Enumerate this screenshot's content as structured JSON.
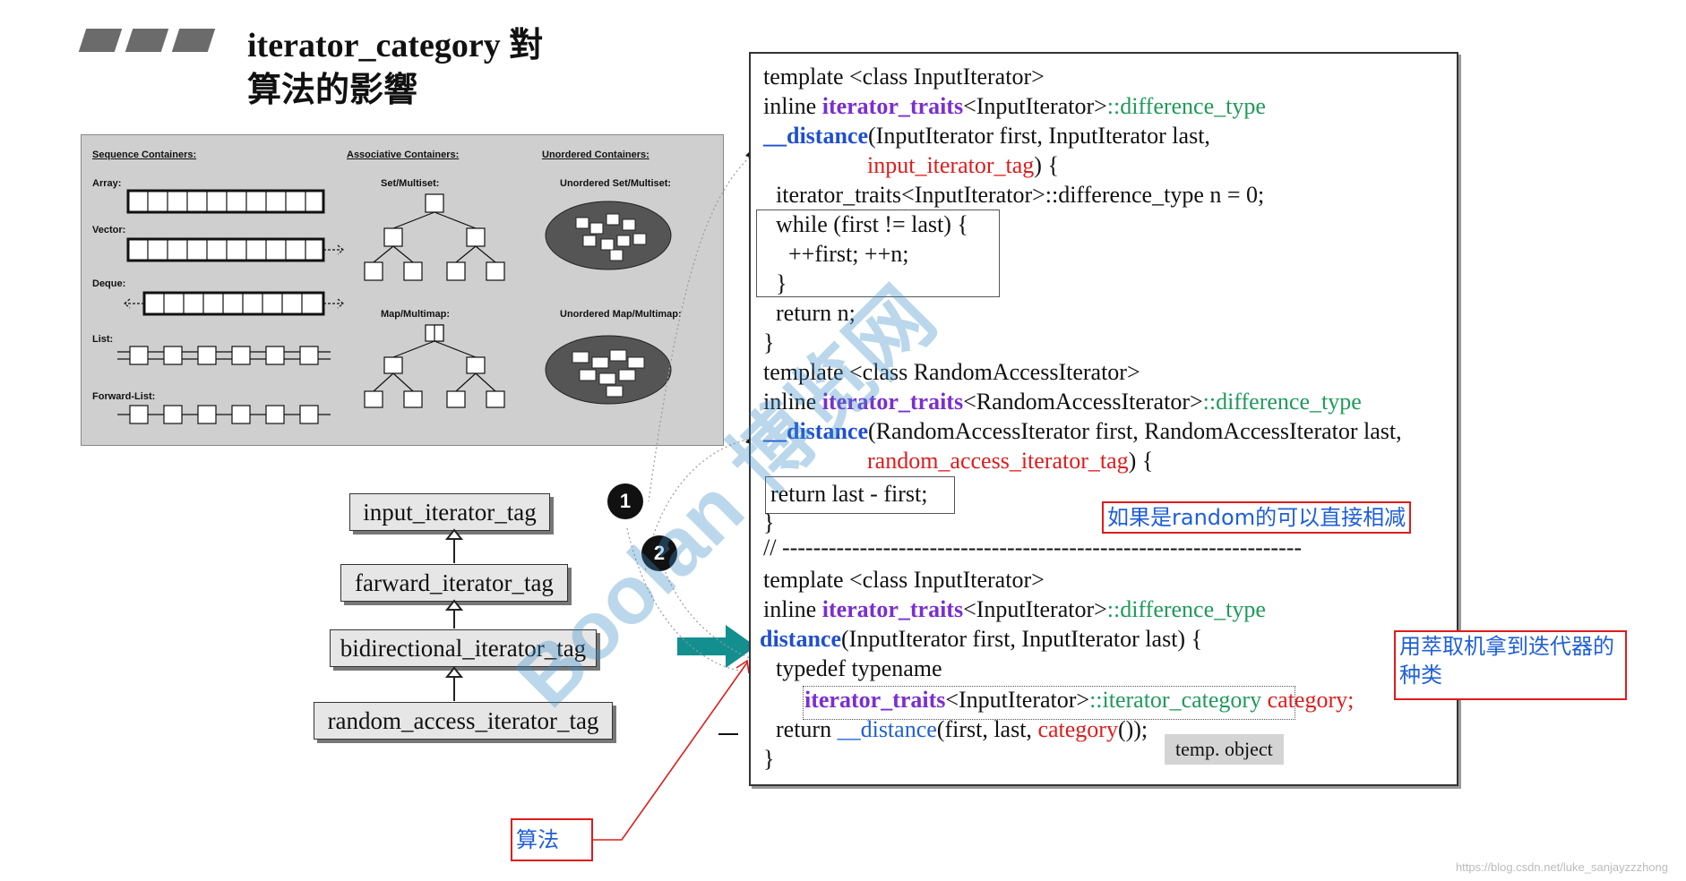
{
  "title": {
    "line1": "iterator_category 對",
    "line2": "算法的影響"
  },
  "containers": {
    "sequence_header": "Sequence Containers:",
    "associative_header": "Associative Containers:",
    "unordered_header": "Unordered Containers:",
    "array": "Array:",
    "vector": "Vector:",
    "deque": "Deque:",
    "list": "List:",
    "forward_list": "Forward-List:",
    "set_multiset": "Set/Multiset:",
    "map_multimap": "Map/Multimap:",
    "unordered_set": "Unordered Set/Multiset:",
    "unordered_map": "Unordered Map/Multimap:"
  },
  "tags": {
    "input": "input_iterator_tag",
    "farward": "farward_iterator_tag",
    "bidirectional": "bidirectional_iterator_tag",
    "random": "random_access_iterator_tag"
  },
  "markers": {
    "one": "1",
    "two": "2"
  },
  "code": {
    "l1": "template <class InputIterator>",
    "l2a": "inline ",
    "l2b": "iterator_traits",
    "l2c": "<InputIterator>",
    "l2d": "::difference_type",
    "l3a": "__distance",
    "l3b": "(InputIterator first, InputIterator last,",
    "l4": "input_iterator_tag",
    "l4b": ") {",
    "l5": "iterator_traits<InputIterator>::difference_type n = 0;",
    "l6": "while (first != last) {",
    "l7": "++first; ++n;",
    "l8": "}",
    "l9": "return n;",
    "l10": "}",
    "l11": "template <class RandomAccessIterator>",
    "l12a": "inline ",
    "l12b": "iterator_traits",
    "l12c": "<RandomAccessIterator>",
    "l12d": "::difference_type",
    "l13a": "__distance",
    "l13b": "(RandomAccessIterator first, RandomAccessIterator last,",
    "l14": "random_access_iterator_tag",
    "l14b": ") {",
    "l15": "return last - first;",
    "l16": "}",
    "l17": "// -------------------------------------------------------------------",
    "l18": "template <class InputIterator>",
    "l19a": "inline ",
    "l19b": "iterator_traits",
    "l19c": "<InputIterator>",
    "l19d": "::difference_type",
    "l20a": "distance",
    "l20b": "(InputIterator first, InputIterator last) {",
    "l21": "typedef typename",
    "l22a": "iterator_traits",
    "l22b": "<InputIterator>",
    "l22c": "::iterator_category",
    "l22d": " category;",
    "l23a": "return ",
    "l23b": "__distance",
    "l23c": "(first, last, ",
    "l23d": "category",
    "l23e": "());",
    "l24": "}",
    "temp": "temp. object"
  },
  "notes": {
    "random": "如果是random的可以直接相减",
    "traits": "用萃取机拿到迭代器的种类",
    "algo": "算法"
  },
  "watermark": "Boolan 博览网",
  "credit": "https://blog.csdn.net/luke_sanjayzzzhong",
  "colors": {
    "accent_red": "#e01b1b",
    "note_blue": "#1f5fd8",
    "traits_purple": "#7a2fd0",
    "type_green": "#1f9a5a",
    "arrow_teal": "#138f8f"
  }
}
